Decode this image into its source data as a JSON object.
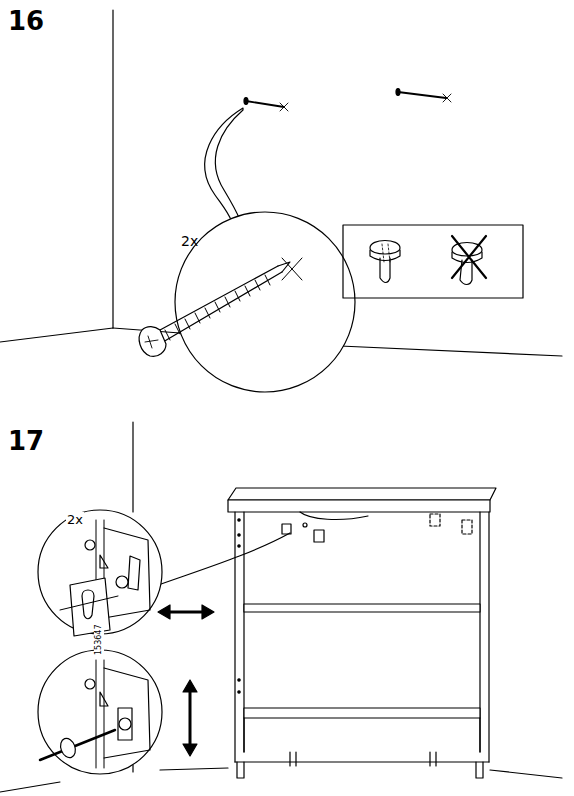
{
  "diagram": {
    "labels": [
      "16",
      "2x",
      "17",
      "2x",
      "153647"
    ]
  }
}
